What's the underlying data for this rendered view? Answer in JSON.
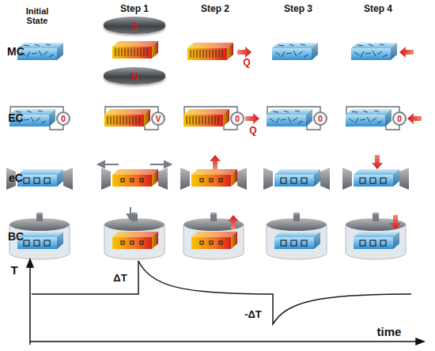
{
  "diagram": {
    "nodes": [
      {
        "text": [
          "S"
        ]
      },
      {
        "text": [
          "N"
        ]
      },
      {
        "text": [
          "0"
        ]
      },
      {
        "text": [
          "V"
        ]
      },
      {
        "text": [
          "0"
        ]
      },
      {
        "text": [
          "0"
        ]
      },
      {
        "text": [
          "0"
        ]
      }
    ],
    "labels": [
      "Initial State",
      "Step 1",
      "Step 2",
      "Step 3",
      "Step 4",
      "MC",
      "EC",
      "eC",
      "BC",
      "Q",
      "Q",
      "T",
      "ΔT",
      "-ΔT",
      "time"
    ]
  }
}
